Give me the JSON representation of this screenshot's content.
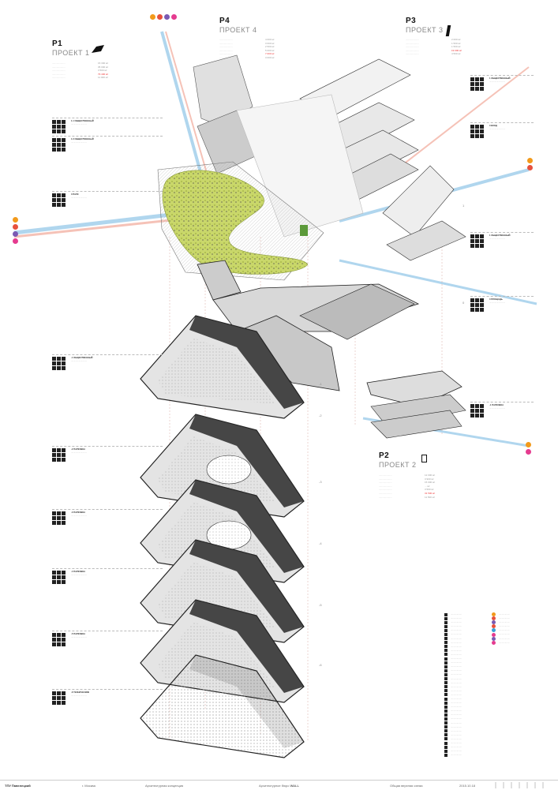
{
  "projects": {
    "p1": {
      "code": "P1",
      "title": "ПРОЕКТ 1"
    },
    "p2": {
      "code": "P2",
      "title": "ПРОЕКТ 2"
    },
    "p3": {
      "code": "P3",
      "title": "ПРОЕКТ 3"
    },
    "p4": {
      "code": "P4",
      "title": "ПРОЕКТ 4"
    }
  },
  "stats": {
    "p1": [
      {
        "k": "....................",
        "v": "15 300 м²"
      },
      {
        "k": "....................",
        "v": "35 000 м²"
      },
      {
        "k": "....................",
        "v": "3 500 м²"
      },
      {
        "k": "....................",
        "v": "79 400 м²",
        "hl": true
      },
      {
        "k": "....................",
        "v": "11 000 м²"
      }
    ],
    "p2": [
      {
        "k": "....................",
        "v": "12 000 м²"
      },
      {
        "k": "....................",
        "v": "3 900 м²"
      },
      {
        "k": "....................",
        "v": "15 000 м²"
      },
      {
        "k": "....................",
        "v": "... м²"
      },
      {
        "k": "....................",
        "v": "3 500 м²"
      },
      {
        "k": "....................",
        "v": "31 500 м²",
        "hl": true
      },
      {
        "k": "....................",
        "v": "11 500 м²"
      }
    ],
    "p3": [
      {
        "k": "....................",
        "v": "2 000 м²"
      },
      {
        "k": "....................",
        "v": "1 500 м²"
      },
      {
        "k": "....................",
        "v": "1 500 м²"
      },
      {
        "k": "....................",
        "v": "19 000 м²",
        "hl": true
      },
      {
        "k": "....................",
        "v": "4 500 м²"
      }
    ],
    "p4": [
      {
        "k": "....................",
        "v": "4 000 м²"
      },
      {
        "k": "....................",
        "v": "3 000 м²"
      },
      {
        "k": "....................",
        "v": "2 500 м²"
      },
      {
        "k": "....................",
        "v": "5 000 м²"
      },
      {
        "k": "....................",
        "v": "7 000 м²",
        "hl": true
      },
      {
        "k": "....................",
        "v": "3 000 м²"
      }
    ]
  },
  "left_labels": [
    {
      "t": "1.1 ОБЩЕСТВЕННЫЙ",
      "d": "..........................."
    },
    {
      "t": "1.0 ОБЩЕСТВЕННЫЙ",
      "d": "..........................."
    },
    {
      "t": "0 ПАРК",
      "d": "..........................."
    },
    {
      "t": "-1 ОБЩЕСТВЕННЫЙ",
      "d": "..........................."
    },
    {
      "t": "-2 ПАРКОВКА",
      "d": "..........................."
    },
    {
      "t": "-3 ПАРКОВКА",
      "d": "..........................."
    },
    {
      "t": "-4 ПАРКОВКА",
      "d": "..........................."
    },
    {
      "t": "-5 ПАРКОВКА",
      "d": "..........................."
    },
    {
      "t": "-6 ТЕХНИЧЕСКИЕ",
      "d": "..........................."
    }
  ],
  "right_labels": [
    {
      "t": "1 ОБЩЕСТВЕННЫЙ",
      "d": "..........................."
    },
    {
      "t": "0 ВХОД",
      "d": "..........................."
    },
    {
      "t": "1 ОБЩЕСТВЕННЫЙ",
      "d": "..........................."
    },
    {
      "t": "0 ПЛОЩАДЬ",
      "d": "..........................."
    },
    {
      "t": "-1 ПАРКОВКА",
      "d": "..........................."
    },
    {
      "t": "-2 ТЕХНИЧЕСКИЕ",
      "d": "..........................."
    }
  ],
  "footer": {
    "project": "ТПУ Павелецкий",
    "city": "г. Москва",
    "stage": "Архитектурная концепция",
    "bureau": "Архитектурное бюро",
    "bureau_bold": "WALL",
    "sheet": "Общая верхняя схема",
    "date": "2015.10.18"
  },
  "legend_left": [
    "..................",
    "..................",
    "..................",
    "..................",
    "..................",
    "..................",
    "..................",
    "..................",
    "..................",
    "..................",
    "..................",
    "..................",
    "..................",
    "..................",
    "..................",
    "..................",
    "..................",
    "..................",
    "..................",
    "..................",
    "..................",
    "..................",
    "..................",
    "..................",
    "..................",
    "..................",
    "..................",
    "..................",
    "..................",
    "..................",
    "..................",
    "..................",
    "..................",
    "..................",
    "..................",
    ".................."
  ],
  "legend_right": [
    {
      "c": "#f29a1b",
      "t": ".................."
    },
    {
      "c": "#e7513d",
      "t": ".................."
    },
    {
      "c": "#7a5ab3",
      "t": ".................."
    },
    {
      "c": "#e7513d",
      "t": ".................."
    },
    {
      "c": "#3aa0d8",
      "t": ".................."
    },
    {
      "c": "#e53b8f",
      "t": ".................."
    },
    {
      "c": "#7a5ab3",
      "t": ".................."
    },
    {
      "c": "#e53b8f",
      "t": ".................."
    }
  ],
  "level_marks": [
    "1",
    "0",
    "-1",
    "-2",
    "-3",
    "-4",
    "-5",
    "-6"
  ],
  "colors": {
    "park": "#c9d76a",
    "line_blue": "#8fc5e8",
    "line_red": "#f2a99a",
    "dark": "#2a2a2a",
    "floor": "#e4e4e4"
  }
}
